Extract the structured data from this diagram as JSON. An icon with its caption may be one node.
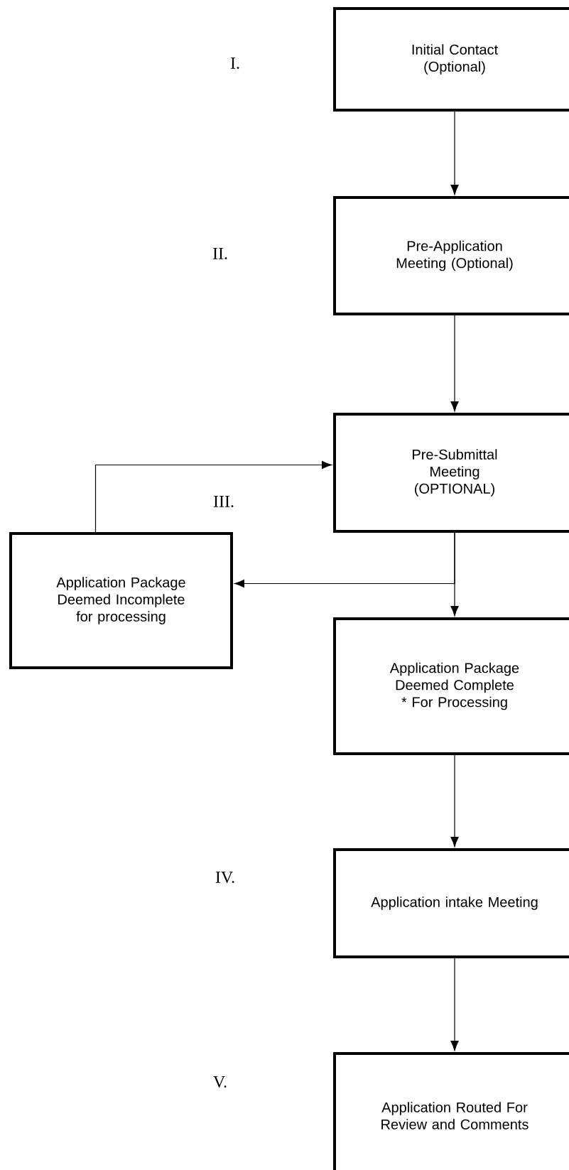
{
  "diagram": {
    "nodes": [
      {
        "text": [
          "Initial Contact (Optional)"
        ]
      },
      {
        "text": [
          "Pre-Application Meeting (Optional)"
        ]
      },
      {
        "text": [
          "Pre-Submittal Meeting (OPTIONAL)"
        ]
      },
      {
        "text": [
          "Application Package Deemed Incomplete for processing"
        ]
      },
      {
        "text": [
          "Application Package Deemed Complete * For Processing"
        ]
      },
      {
        "text": [
          "Application intake Meeting"
        ]
      },
      {
        "text": [
          "Application Routed For Review and Comments"
        ]
      }
    ],
    "edges": [
      {
        "from": 0,
        "to": 1,
        "arrow": "to"
      },
      {
        "from": 1,
        "to": 2,
        "arrow": "to"
      },
      {
        "from": 2,
        "to": 3,
        "arrow": "to"
      },
      {
        "from": 3,
        "to": 2,
        "arrow": "to"
      },
      {
        "from": 2,
        "to": 4,
        "arrow": "to"
      },
      {
        "from": 4,
        "to": 5,
        "arrow": "to"
      },
      {
        "from": 5,
        "to": 6,
        "arrow": "to"
      }
    ],
    "labels": [
      "I.",
      "II.",
      "III.",
      "IV.",
      "V."
    ]
  }
}
